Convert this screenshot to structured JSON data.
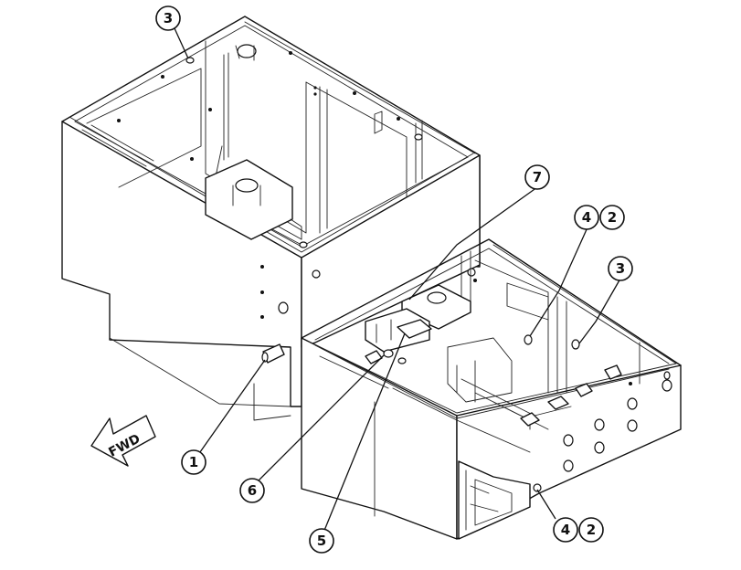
{
  "callouts": {
    "c1": "1",
    "c2_right": "2",
    "c4_right": "4",
    "c2_bottom": "2",
    "c4_bottom": "4",
    "c3_top": "3",
    "c3_right": "3",
    "c5": "5",
    "c6": "6",
    "c7": "7"
  },
  "direction_arrow": {
    "label": "FWD",
    "icon": "forward-arrow-icon"
  }
}
